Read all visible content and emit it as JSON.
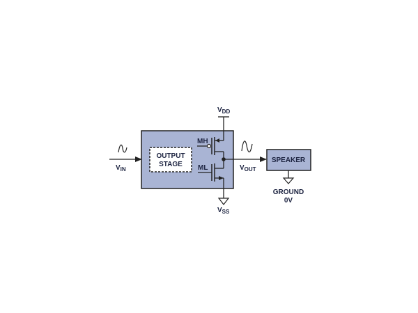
{
  "diagram": {
    "colors": {
      "block_fill": "#a9b4d4",
      "block_stroke": "#222222",
      "inner_fill": "#ffffff",
      "line": "#222222",
      "text": "#1c2340"
    },
    "input": {
      "label_main": "V",
      "label_sub": "IN",
      "signal": "sine-wave-icon"
    },
    "output": {
      "label_main": "V",
      "label_sub": "OUT",
      "signal": "sine-wave-icon"
    },
    "output_stage": {
      "line1": "OUTPUT",
      "line2": "STAGE"
    },
    "transistors": {
      "high_side": "MH",
      "low_side": "ML"
    },
    "supply_top": {
      "label_main": "V",
      "label_sub": "DD"
    },
    "supply_bottom": {
      "label_main": "V",
      "label_sub": "SS"
    },
    "speaker": {
      "label": "SPEAKER"
    },
    "ground": {
      "line1": "GROUND",
      "line2": "0V"
    }
  }
}
